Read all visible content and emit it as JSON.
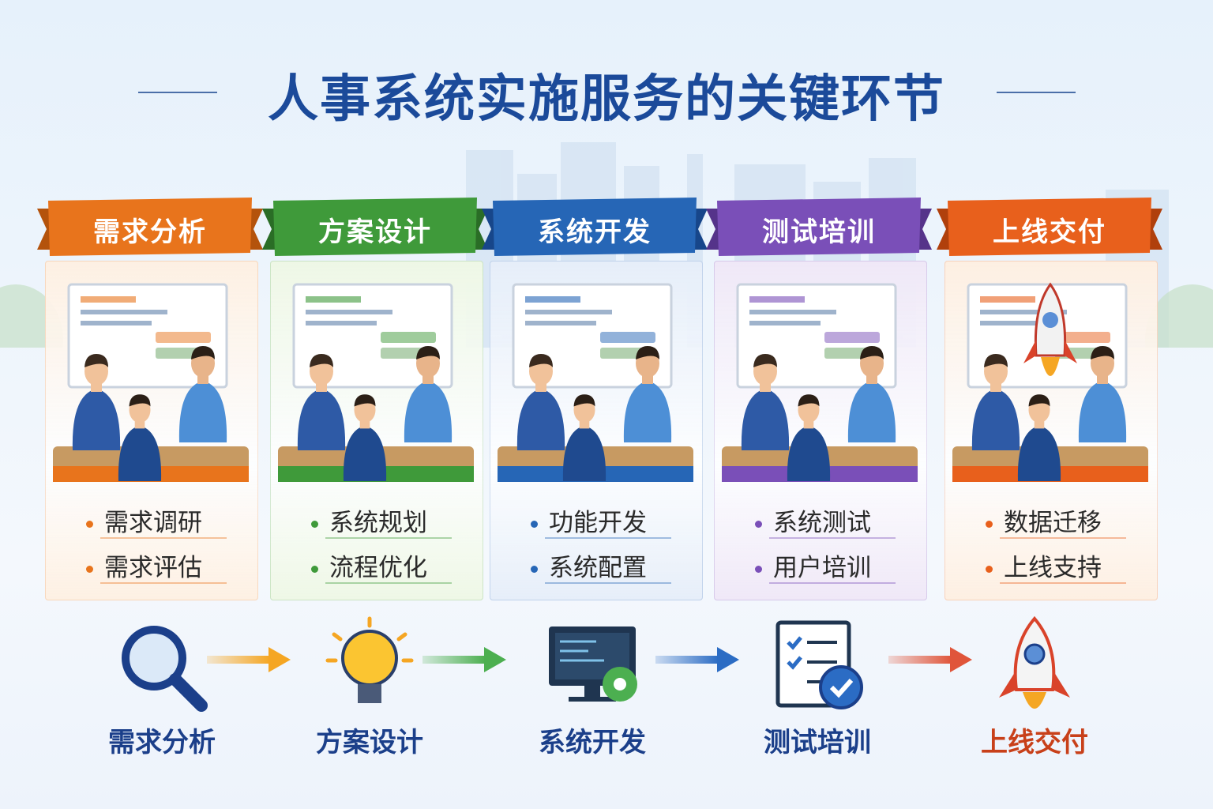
{
  "title": "人事系统实施服务的关键环节",
  "stages": [
    {
      "name": "需求分析",
      "color": "#e8741c",
      "dark": "#b4530c",
      "bg": "#fdf0e3",
      "items": [
        "需求调研",
        "需求评估"
      ]
    },
    {
      "name": "方案设计",
      "color": "#3f9a3a",
      "dark": "#2a6d26",
      "bg": "#eef7e6",
      "items": [
        "系统规划",
        "流程优化"
      ]
    },
    {
      "name": "系统开发",
      "color": "#2666b6",
      "dark": "#17468a",
      "bg": "#e6eef9",
      "items": [
        "功能开发",
        "系统配置"
      ]
    },
    {
      "name": "测试培训",
      "color": "#7a4fb8",
      "dark": "#55338a",
      "bg": "#efe8f7",
      "items": [
        "系统测试",
        "用户培训"
      ]
    },
    {
      "name": "上线交付",
      "color": "#e8601c",
      "dark": "#b0400c",
      "bg": "#fdefe2",
      "items": [
        "数据迁移",
        "上线支持"
      ]
    }
  ],
  "flow": [
    {
      "label": "需求分析",
      "icon": "magnifier-icon",
      "color": "#1b3f8a"
    },
    {
      "label": "方案设计",
      "icon": "lightbulb-icon",
      "color": "#1b3f8a"
    },
    {
      "label": "系统开发",
      "icon": "monitor-gear-icon",
      "color": "#1b3f8a"
    },
    {
      "label": "测试培训",
      "icon": "checklist-icon",
      "color": "#1b3f8a"
    },
    {
      "label": "上线交付",
      "icon": "rocket-icon",
      "color": "#c8401a"
    }
  ]
}
